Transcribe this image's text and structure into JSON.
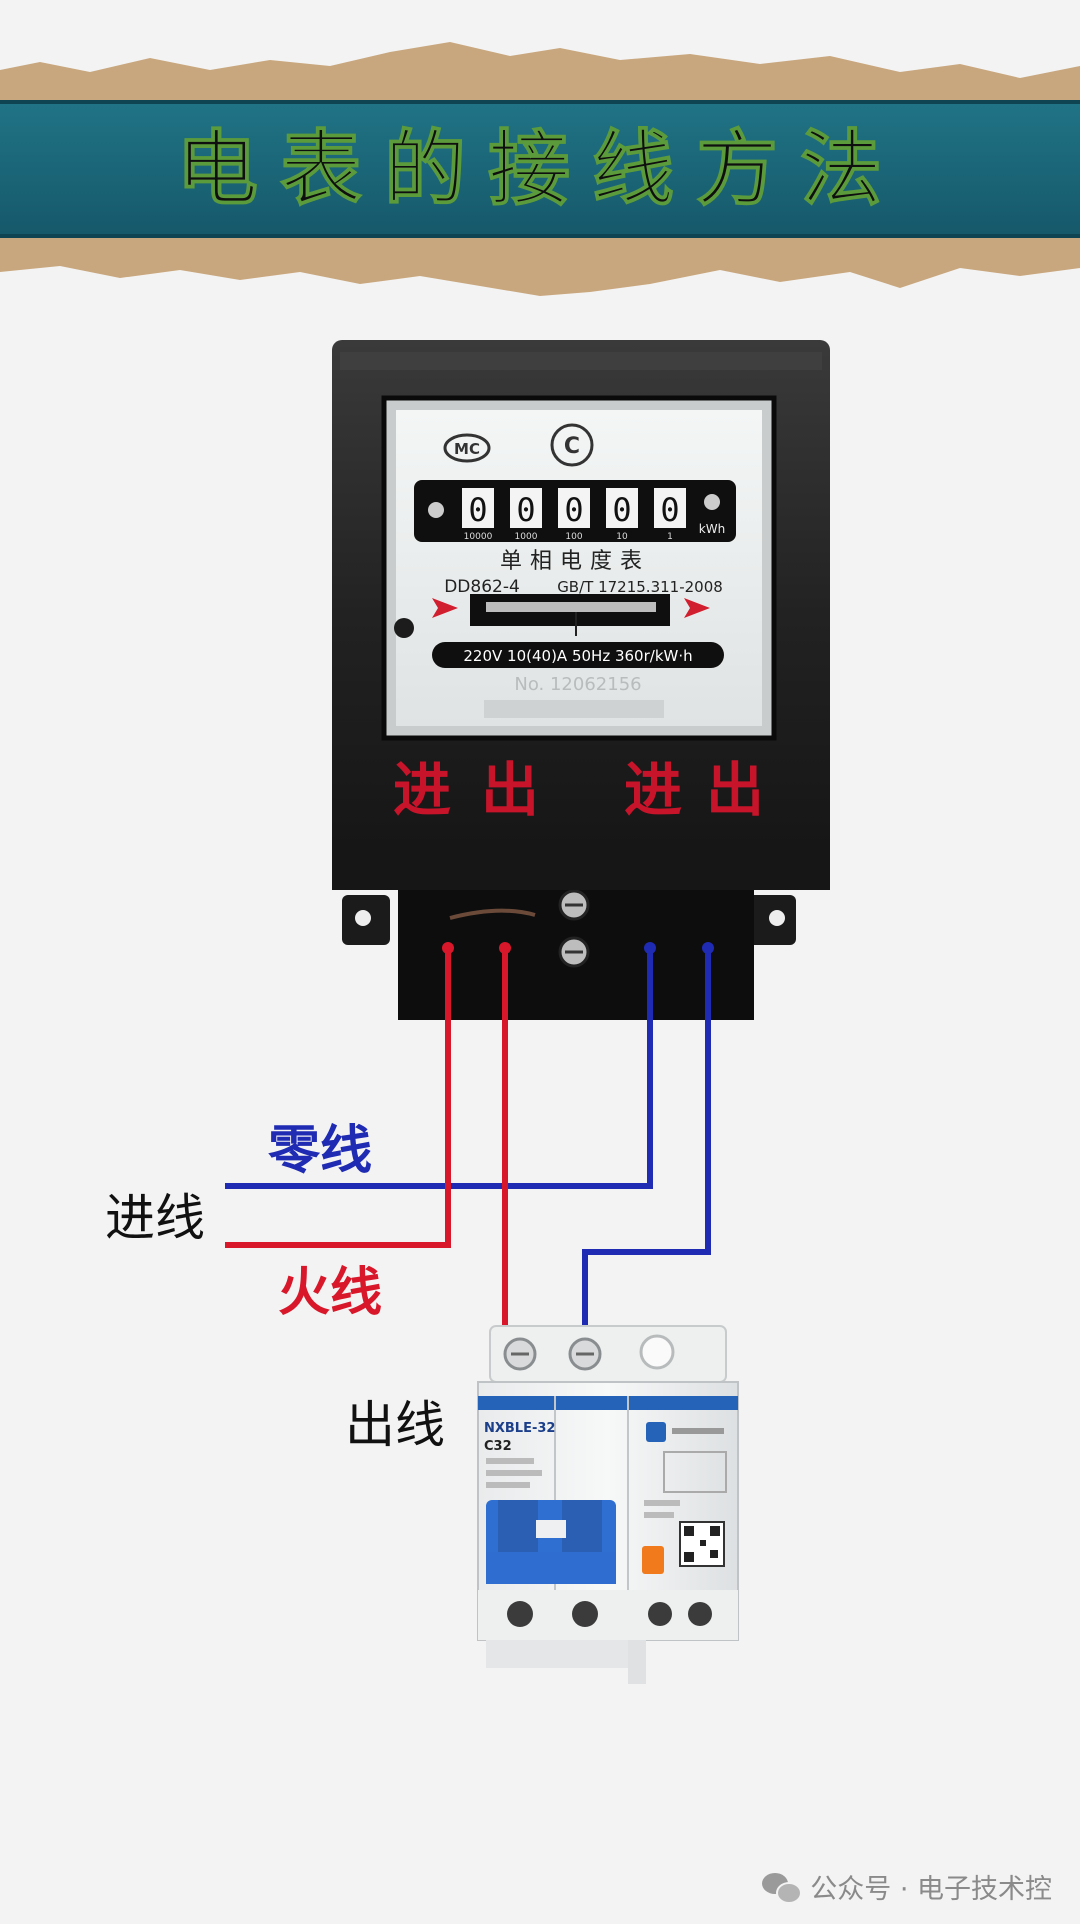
{
  "title": "电表的接线方法",
  "meter": {
    "counter_digits": [
      "0",
      "0",
      "0",
      "0",
      "0"
    ],
    "counter_scale": [
      "10000",
      "1000",
      "100",
      "10",
      "1"
    ],
    "unit": "kWh",
    "type_name": "单相电度表",
    "model": "DD862-4",
    "standard": "GB/T 17215.311-2008",
    "rating": "220V 10(40)A 50Hz 360r/kW·h",
    "serial": "No. 12062156",
    "terminal_labels": [
      "进",
      "出",
      "进",
      "出"
    ]
  },
  "wires": {
    "neutral_label": "零线",
    "live_label": "火线",
    "incoming_label": "进线",
    "outgoing_label": "出线",
    "neutral_color": "#1f2bb3",
    "live_color": "#d8182a"
  },
  "breaker": {
    "model": "NXBLE-32",
    "rating": "C32"
  },
  "footer": {
    "text": "公众号 · 电子技术控"
  }
}
